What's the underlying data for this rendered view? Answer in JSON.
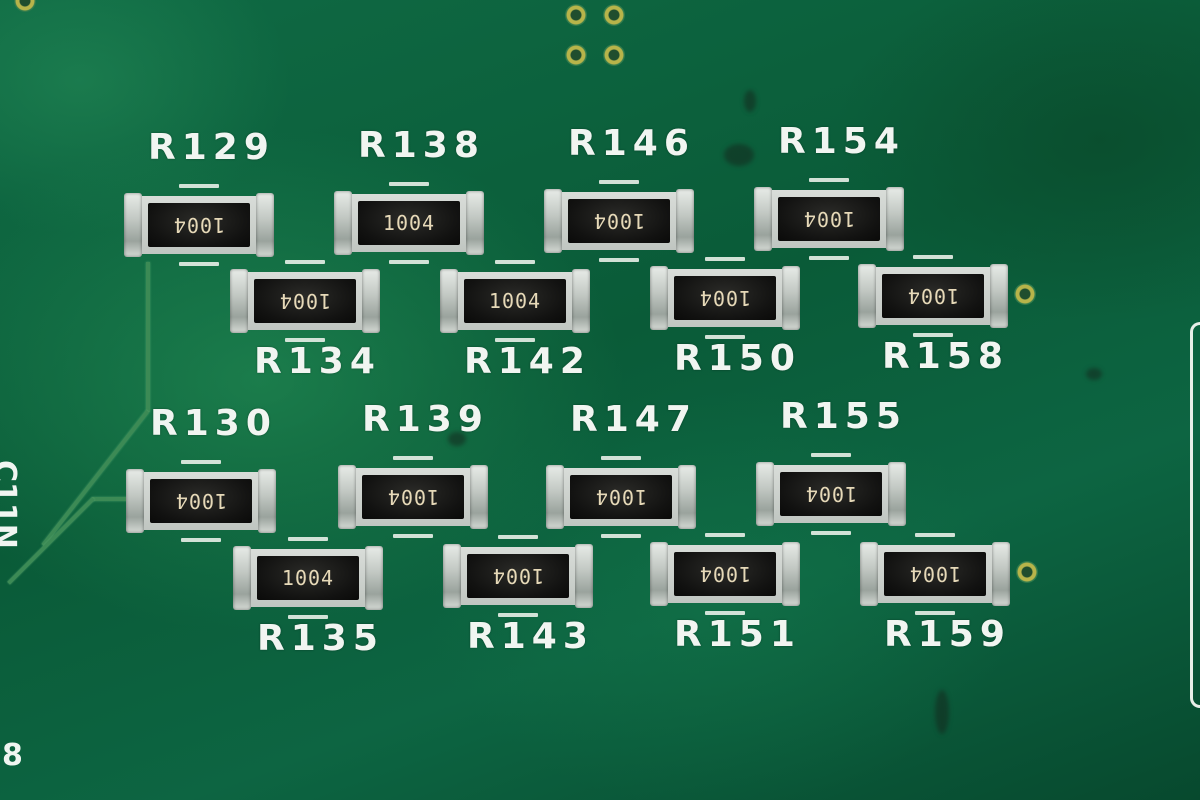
{
  "board": {
    "colors": {
      "solder_mask": "#0b5a3a",
      "silkscreen": "#f1f5f1",
      "resistor_top": "#121211",
      "resistor_marking": "#e6d9b8",
      "terminal": "#c3c9c4"
    },
    "edge_text_left": "C11N",
    "edge_text_bottom": "8",
    "resistors": [
      {
        "ref": "R129",
        "marking": "1004",
        "flipped": true
      },
      {
        "ref": "R138",
        "marking": "1004",
        "flipped": false
      },
      {
        "ref": "R146",
        "marking": "1004",
        "flipped": true
      },
      {
        "ref": "R154",
        "marking": "1004",
        "flipped": true
      },
      {
        "ref": "R134",
        "marking": "1004",
        "flipped": true
      },
      {
        "ref": "R142",
        "marking": "1004",
        "flipped": false
      },
      {
        "ref": "R150",
        "marking": "1004",
        "flipped": true
      },
      {
        "ref": "R158",
        "marking": "1004",
        "flipped": true
      },
      {
        "ref": "R130",
        "marking": "1004",
        "flipped": true
      },
      {
        "ref": "R139",
        "marking": "1004",
        "flipped": true
      },
      {
        "ref": "R147",
        "marking": "1004",
        "flipped": true
      },
      {
        "ref": "R155",
        "marking": "1004",
        "flipped": true
      },
      {
        "ref": "R135",
        "marking": "1004",
        "flipped": false
      },
      {
        "ref": "R143",
        "marking": "1004",
        "flipped": true
      },
      {
        "ref": "R151",
        "marking": "1004",
        "flipped": true
      },
      {
        "ref": "R159",
        "marking": "1004",
        "flipped": true
      }
    ]
  }
}
